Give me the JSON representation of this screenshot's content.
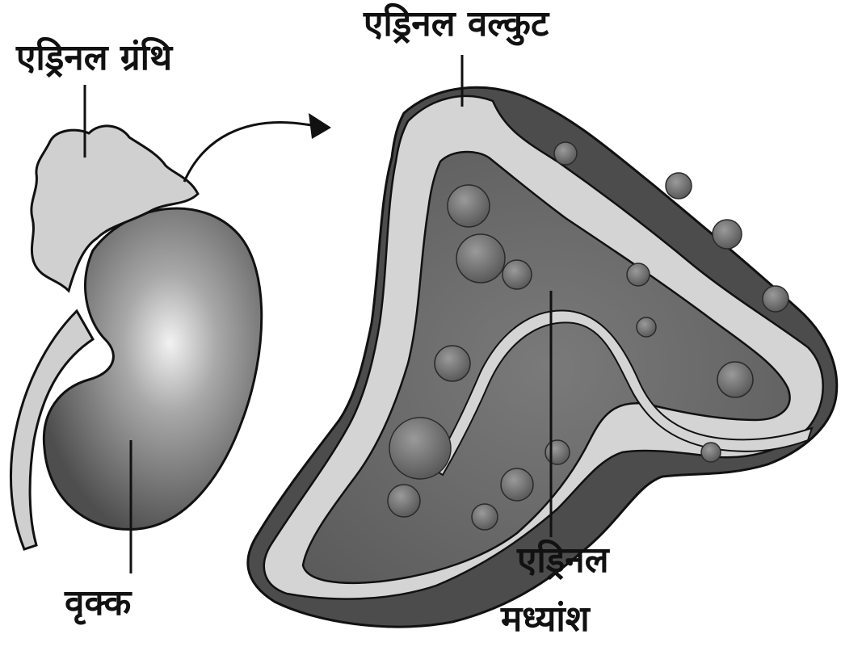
{
  "labels": {
    "adrenal_gland": "एड्रिनल ग्रंथि",
    "adrenal_cortex": "एड्रिनल वल्कुट",
    "kidney": "वृक्क",
    "adrenal_medulla_line1": "एड्रिनल",
    "adrenal_medulla_line2": "मध्यांश"
  },
  "colors": {
    "kidney": "#6e6e6e",
    "kidney_highlight": "#e8e8e8",
    "gland": "#cfcfcf",
    "cortex_band": "#d4d4d4",
    "outer_tissue": "#4a4a4a",
    "inner_tissue": "#6a6a6a",
    "outline": "#111111"
  }
}
